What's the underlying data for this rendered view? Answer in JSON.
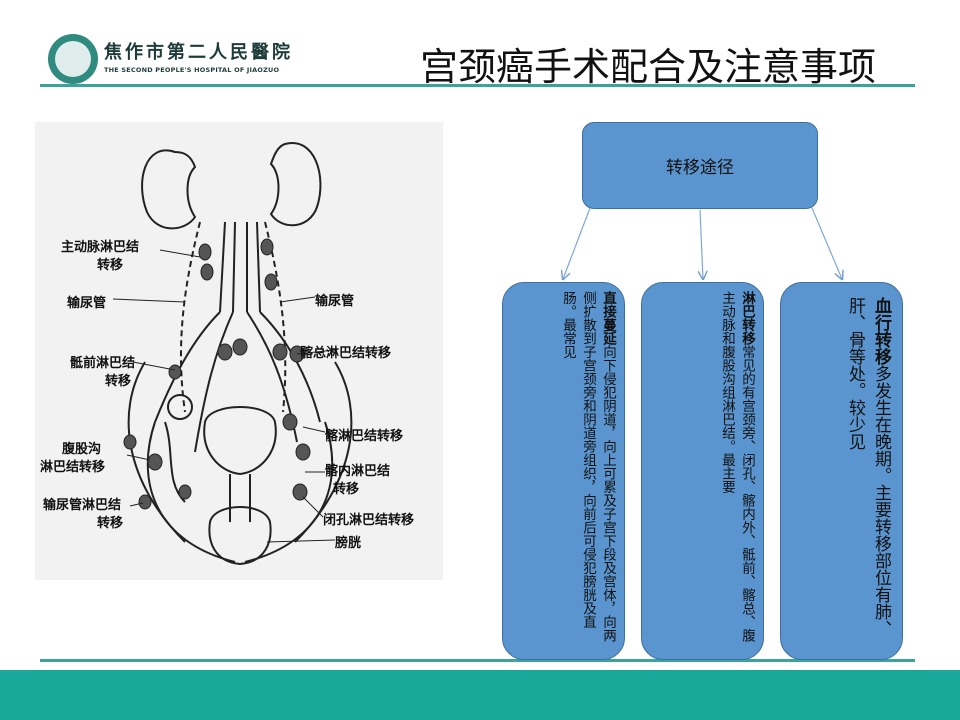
{
  "header": {
    "hospital_cn": "焦作市第二人民醫院",
    "hospital_en": "THE SECOND PEOPLE'S HOSPITAL OF JIAOZUO",
    "slide_title": "宫颈癌手术配合及注意事项"
  },
  "diagram_labels": {
    "aortic": [
      "主动脉淋巴结",
      "转移"
    ],
    "ureter_left": "输尿管",
    "ureter_right": "输尿管",
    "presacral": [
      "骶前淋巴结",
      "转移"
    ],
    "common_iliac": "髂总淋巴结转移",
    "iliac": "髂淋巴结转移",
    "inguinal": [
      "腹股沟",
      "淋巴结转移"
    ],
    "internal_iliac": [
      "髂内淋巴结",
      "转移"
    ],
    "ureteral": [
      "输尿管淋巴结",
      "转移"
    ],
    "obturator": "闭孔淋巴结转移",
    "bladder": "膀胱"
  },
  "flow": {
    "root": "转移途径",
    "direct": {
      "bold": "直接蔓延",
      "text": "向下侵犯阴道，向上可累及子宫下段及宫体，向两侧扩散到子宫颈旁和阴道旁组织，向前后可侵犯膀胱及直肠。最常见"
    },
    "lymph": {
      "bold": "淋巴转移",
      "text": "常见的有宫颈旁、闭孔、髂内外、骶前、髂总、腹主动脉和腹股沟组淋巴结。最主要"
    },
    "blood": {
      "bold": "血行转移",
      "text": "多发生在晚期。主要转移部位有肺、肝、骨等处。较少见"
    }
  },
  "colors": {
    "accent": "#17a89a",
    "box": "#5b95cf",
    "rule": "#3aa39c"
  }
}
